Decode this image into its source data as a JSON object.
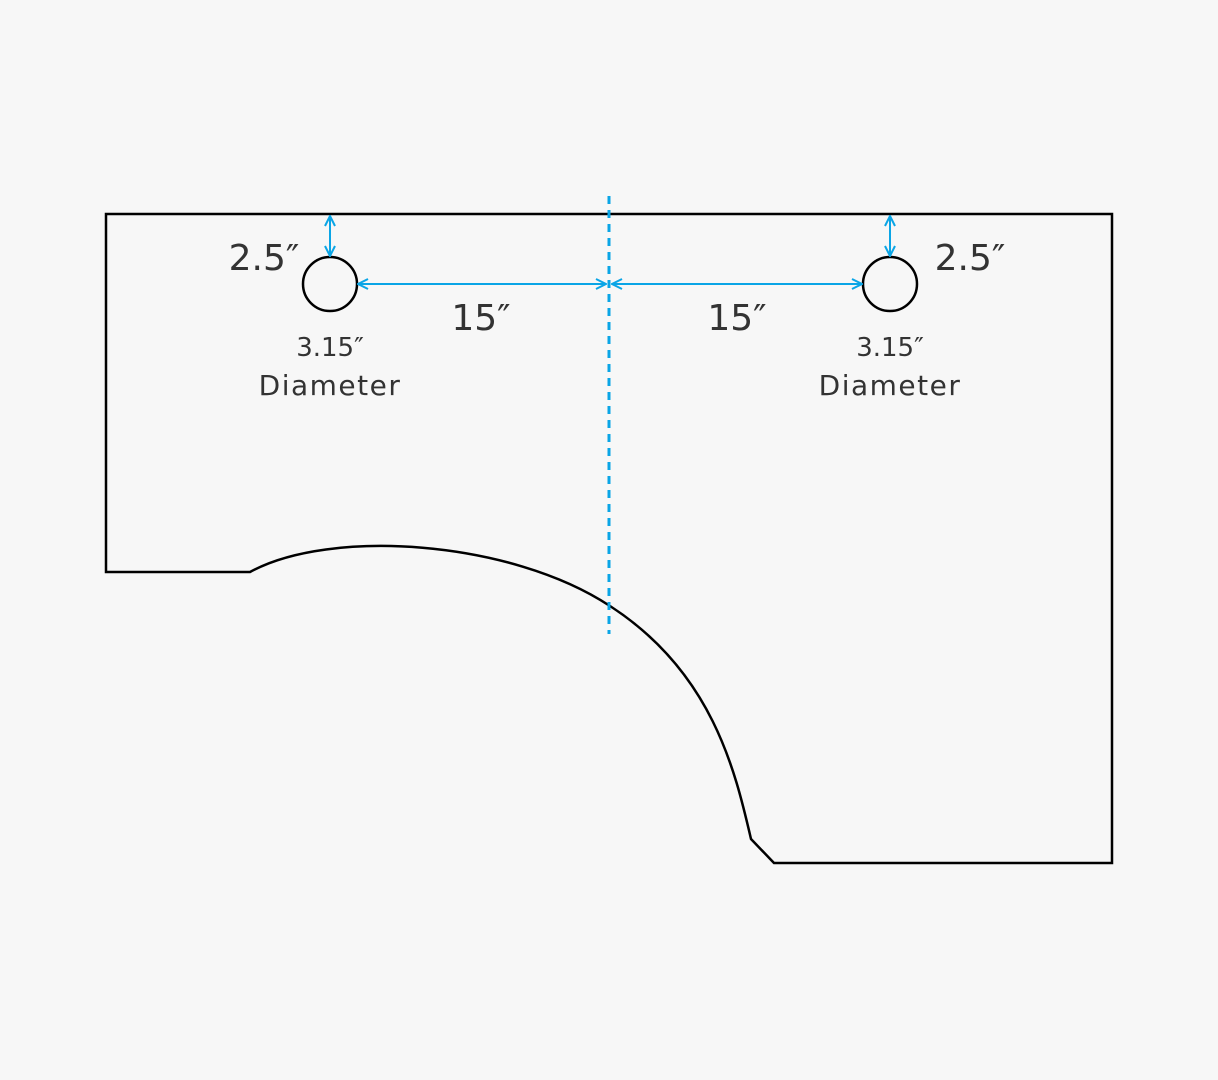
{
  "colors": {
    "background": "#f7f7f7",
    "outline": "#000000",
    "dimension": "#0aa5e6",
    "text": "#333333"
  },
  "labels": {
    "left_offset": "2.5″",
    "right_offset": "2.5″",
    "left_spacing": "15″",
    "right_spacing": "15″",
    "left_hole_size": "3.15″",
    "left_hole_caption": "Diameter",
    "right_hole_size": "3.15″",
    "right_hole_caption": "Diameter"
  }
}
